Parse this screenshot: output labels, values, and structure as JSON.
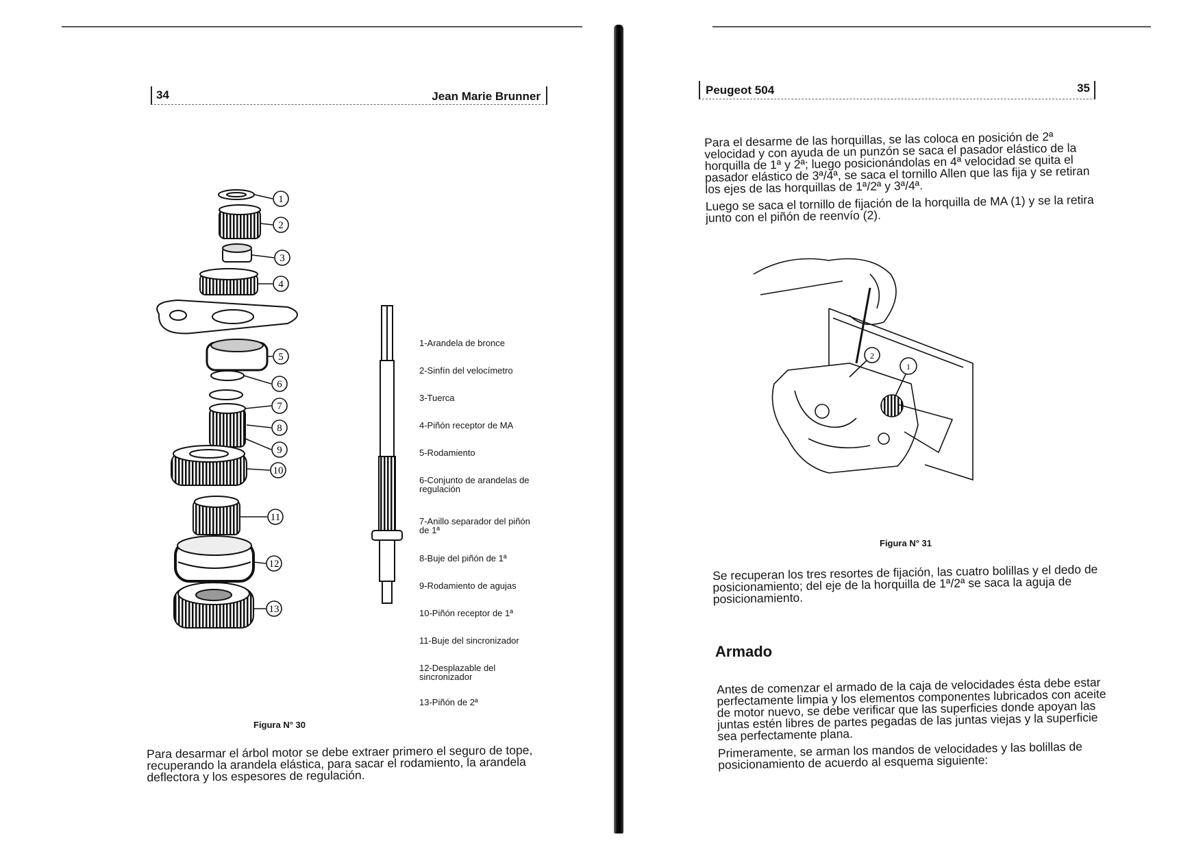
{
  "left_page": {
    "page_number": "34",
    "running_title": "Jean Marie Brunner",
    "figure_caption": "Figura N° 30",
    "callouts": [
      "1",
      "2",
      "3",
      "4",
      "5",
      "6",
      "7",
      "8",
      "9",
      "10",
      "11",
      "12",
      "13"
    ],
    "legend": [
      "1-Arandela de bronce",
      "2-Sinfín del velocímetro",
      "3-Tuerca",
      "4-Piñón receptor de MA",
      "5-Rodamiento",
      "6-Conjunto de arandelas de regulación",
      "7-Anillo separador del piñón de 1ª",
      "8-Buje del piñón de 1ª",
      "9-Rodamiento de agujas",
      "10-Piñón receptor de 1ª",
      "11-Buje del sincronizador",
      "12-Desplazable del sincronizador",
      "13-Piñón de 2ª"
    ],
    "paragraph": "Para desarmar el árbol motor se debe extraer primero el seguro de tope, recuperando la arandela elástica, para sacar el rodamiento, la arandela deflectora y los espesores de regulación."
  },
  "right_page": {
    "running_title": "Peugeot 504",
    "page_number": "35",
    "paragraph_1": "Para el desarme de las horquillas, se las coloca en posición de 2ª velocidad y con ayuda de un punzón se saca el pasador elástico de la horquilla de 1ª y 2ª; luego posicionándolas en 4ª velocidad se quita el pasador elástico de 3ª/4ª, se saca el tornillo Allen que las fija y se retiran los ejes de las horquillas de 1ª/2ª y 3ª/4ª.",
    "paragraph_2": "Luego se saca el tornillo de fijación de la horquilla de MA (1) y se la retira junto con el piñón de reenvío (2).",
    "figure_callouts": [
      "2",
      "1"
    ],
    "figure_caption": "Figura N° 31",
    "paragraph_3": "Se recuperan los tres resortes de fijación, las cuatro bolillas y el dedo de posicionamiento; del eje de la horquilla de 1ª/2ª se saca la aguja de posicionamiento.",
    "section_heading": "Armado",
    "paragraph_4": "Antes de comenzar el armado de la caja de velocidades ésta debe estar perfectamente limpia y los elementos componentes lubricados con aceite de motor nuevo, se debe verificar que las superficies donde apoyan las juntas estén libres de partes pegadas de las juntas viejas y la superficie sea perfectamente plana.",
    "paragraph_5": "Primeramente, se arman los mandos de velocidades y las bolillas de posicionamiento de acuerdo al esquema siguiente:"
  }
}
